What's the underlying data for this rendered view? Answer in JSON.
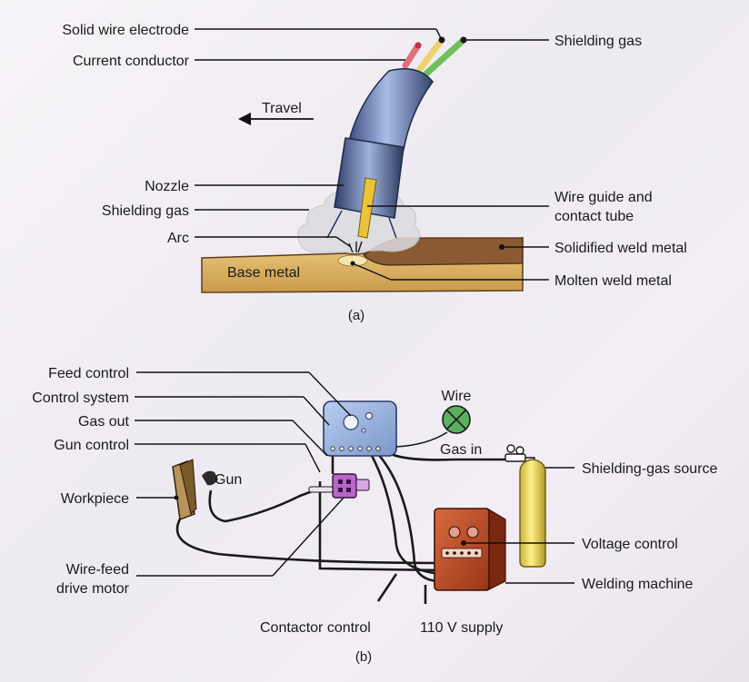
{
  "diagram_a": {
    "labels": {
      "solid_wire_electrode": "Solid wire electrode",
      "current_conductor": "Current conductor",
      "shielding_gas_top": "Shielding gas",
      "travel": "Travel",
      "nozzle": "Nozzle",
      "shielding_gas_left": "Shielding gas",
      "arc": "Arc",
      "wire_guide_1": "Wire guide and",
      "wire_guide_2": "contact tube",
      "solidified_weld_metal": "Solidified weld metal",
      "base_metal": "Base metal",
      "molten_weld_metal": "Molten weld metal"
    },
    "caption": "(a)"
  },
  "diagram_b": {
    "labels": {
      "feed_control": "Feed control",
      "control_system": "Control system",
      "gas_out": "Gas out",
      "gun_control": "Gun control",
      "gun": "Gun",
      "workpiece": "Workpiece",
      "wire_feed_1": "Wire-feed",
      "wire_feed_2": "drive motor",
      "wire": "Wire",
      "gas_in": "Gas in",
      "shielding_gas_source": "Shielding-gas source",
      "voltage_control": "Voltage control",
      "welding_machine": "Welding machine",
      "contactor_control": "Contactor control",
      "supply": "110 V supply"
    },
    "caption": "(b)"
  },
  "colors": {
    "gun_body": "#6f86b8",
    "base_metal": "#e8c273",
    "weld_metal": "#8a5a32",
    "control_box": "#94aede",
    "welding_machine": "#c0502a",
    "gas_cylinder": "#f0dc5a",
    "wire_spool": "#5bb060",
    "drive_motor": "#b866c8"
  }
}
